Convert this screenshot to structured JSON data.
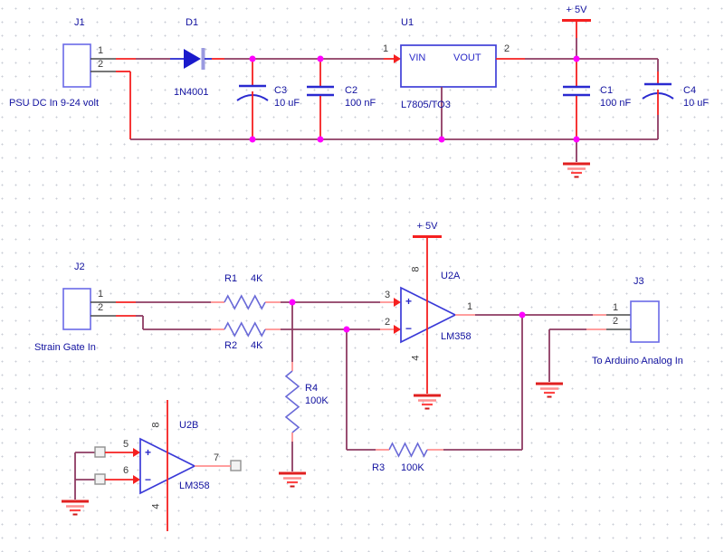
{
  "schematic": {
    "power_5v_label": "+ 5V",
    "opamp_plus": "+",
    "opamp_minus": "−",
    "j1": {
      "ref": "J1",
      "desc": "PSU DC In 9-24 volt",
      "pin1": "1",
      "pin2": "2"
    },
    "d1": {
      "ref": "D1",
      "value": "1N4001"
    },
    "c3": {
      "ref": "C3",
      "value": "10 uF"
    },
    "c2": {
      "ref": "C2",
      "value": "100 nF"
    },
    "u1": {
      "ref": "U1",
      "value": "L7805/TO3",
      "vin": "VIN",
      "vout": "VOUT",
      "pin_in": "1",
      "pin_out": "2"
    },
    "c1": {
      "ref": "C1",
      "value": "100 nF"
    },
    "c4": {
      "ref": "C4",
      "value": "10 uF"
    },
    "j2": {
      "ref": "J2",
      "desc": "Strain Gate In",
      "pin1": "1",
      "pin2": "2"
    },
    "r1": {
      "ref": "R1",
      "value": "4K"
    },
    "r2": {
      "ref": "R2",
      "value": "4K"
    },
    "r3": {
      "ref": "R3",
      "value": "100K"
    },
    "r4": {
      "ref": "R4",
      "value": "100K"
    },
    "u2a": {
      "ref": "U2A",
      "value": "LM358",
      "pin_noninv": "3",
      "pin_inv": "2",
      "pin_out": "1",
      "pin_vcc": "8",
      "pin_gnd": "4"
    },
    "u2b": {
      "ref": "U2B",
      "value": "LM358",
      "pin_noninv": "5",
      "pin_inv": "6",
      "pin_out": "7",
      "pin_vcc": "8",
      "pin_gnd": "4"
    },
    "j3": {
      "ref": "J3",
      "desc": "To Arduino Analog In",
      "pin1": "1",
      "pin2": "2"
    },
    "colors": {
      "wire_dark": "#8e3b62",
      "pin_red": "#f52020",
      "pin_salmon": "#ff9090",
      "junction_dot": "#ff00ff",
      "component_blue": "#3535d0",
      "label_navy": "#1212a0",
      "ground_red": "#e02020",
      "connector_stub_gray": "#4a4a4a"
    }
  }
}
